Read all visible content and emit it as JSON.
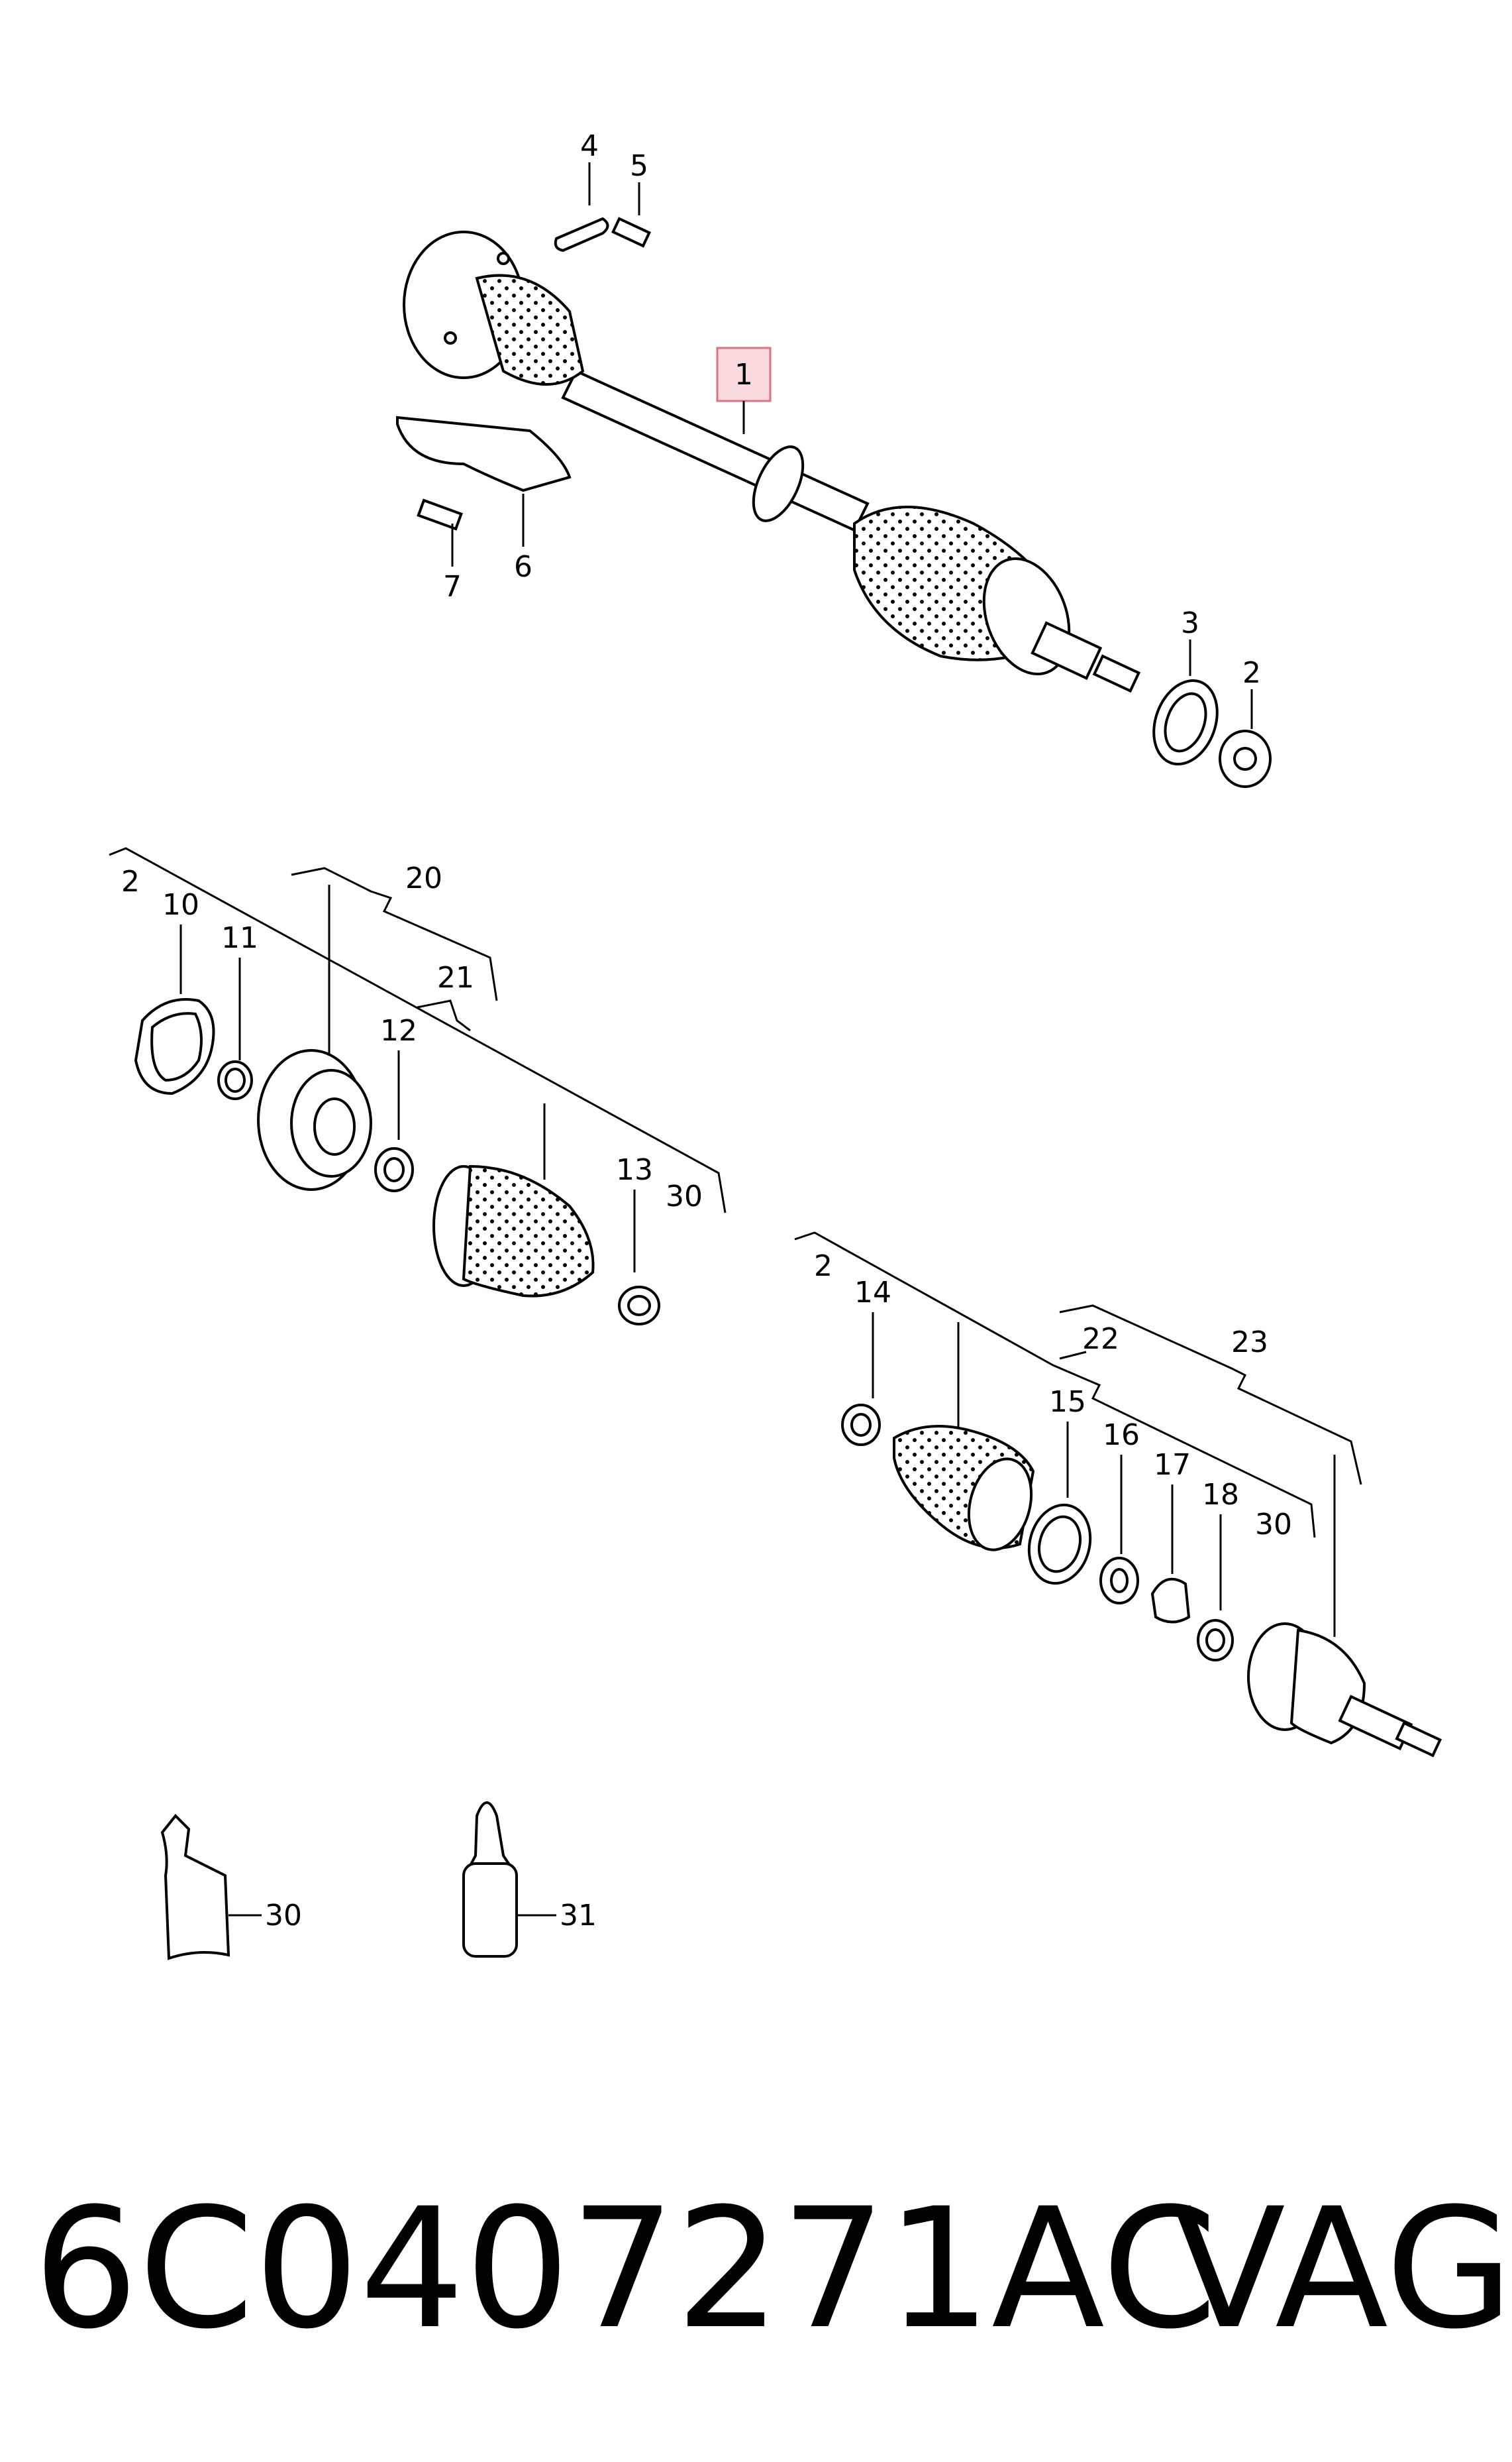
{
  "callouts": {
    "c1": "1",
    "c2a": "2",
    "c3": "3",
    "c4": "4",
    "c5": "5",
    "c6": "6",
    "c7": "7",
    "c2b": "2",
    "c10": "10",
    "c11": "11",
    "c20": "20",
    "c21": "21",
    "c12": "12",
    "c13": "13",
    "c30a": "30",
    "c2c": "2",
    "c14": "14",
    "c22": "22",
    "c23": "23",
    "c15": "15",
    "c16": "16",
    "c17": "17",
    "c18": "18",
    "c30b": "30",
    "c30c": "30",
    "c31": "31"
  },
  "footer": {
    "part_number": "6C0407271AC",
    "brand": "VAG"
  },
  "colors": {
    "highlight": "#f8d9dc",
    "highlight_border": "#e0707b"
  }
}
